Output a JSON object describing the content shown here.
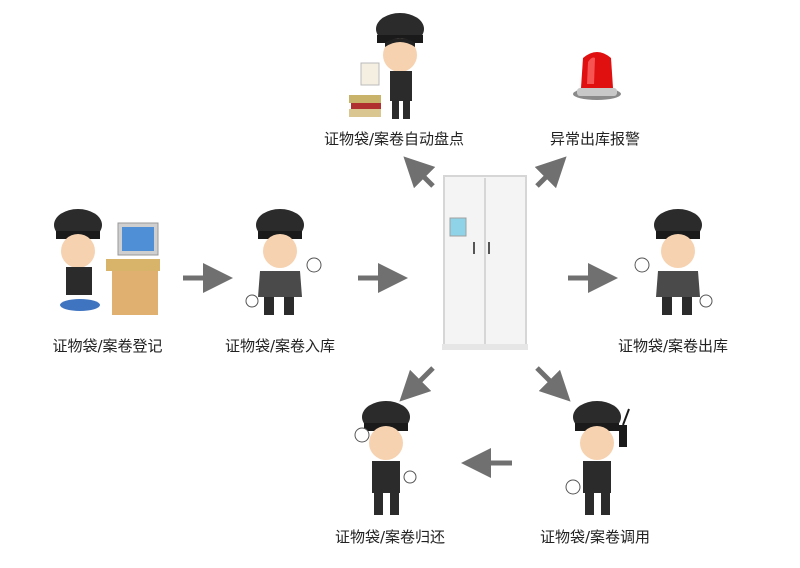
{
  "nodes": {
    "inventory": {
      "label": "证物袋/案卷自动盘点",
      "icon": "officer-with-papers-icon"
    },
    "alarm": {
      "label": "异常出库报警",
      "icon": "red-siren-icon"
    },
    "register": {
      "label": "证物袋/案卷登记",
      "icon": "officer-at-computer-icon"
    },
    "storage_in": {
      "label": "证物袋/案卷入库",
      "icon": "officer-pointing-icon"
    },
    "cabinet": {
      "label": "",
      "icon": "smart-evidence-cabinet-icon"
    },
    "storage_out": {
      "label": "证物袋/案卷出库",
      "icon": "officer-pointing-icon"
    },
    "return": {
      "label": "证物袋/案卷归还",
      "icon": "officer-saluting-icon"
    },
    "retrieve": {
      "label": "证物袋/案卷调用",
      "icon": "officer-with-radio-icon"
    }
  },
  "colors": {
    "arrow": "#707070",
    "label_text": "#222222",
    "cabinet_body": "#f4f4f4",
    "cabinet_edge": "#d6d6d6",
    "cabinet_screen": "#8fd3e8",
    "siren": "#e01010",
    "uniform": "#2b2b2b",
    "skin": "#f6d2b0"
  }
}
